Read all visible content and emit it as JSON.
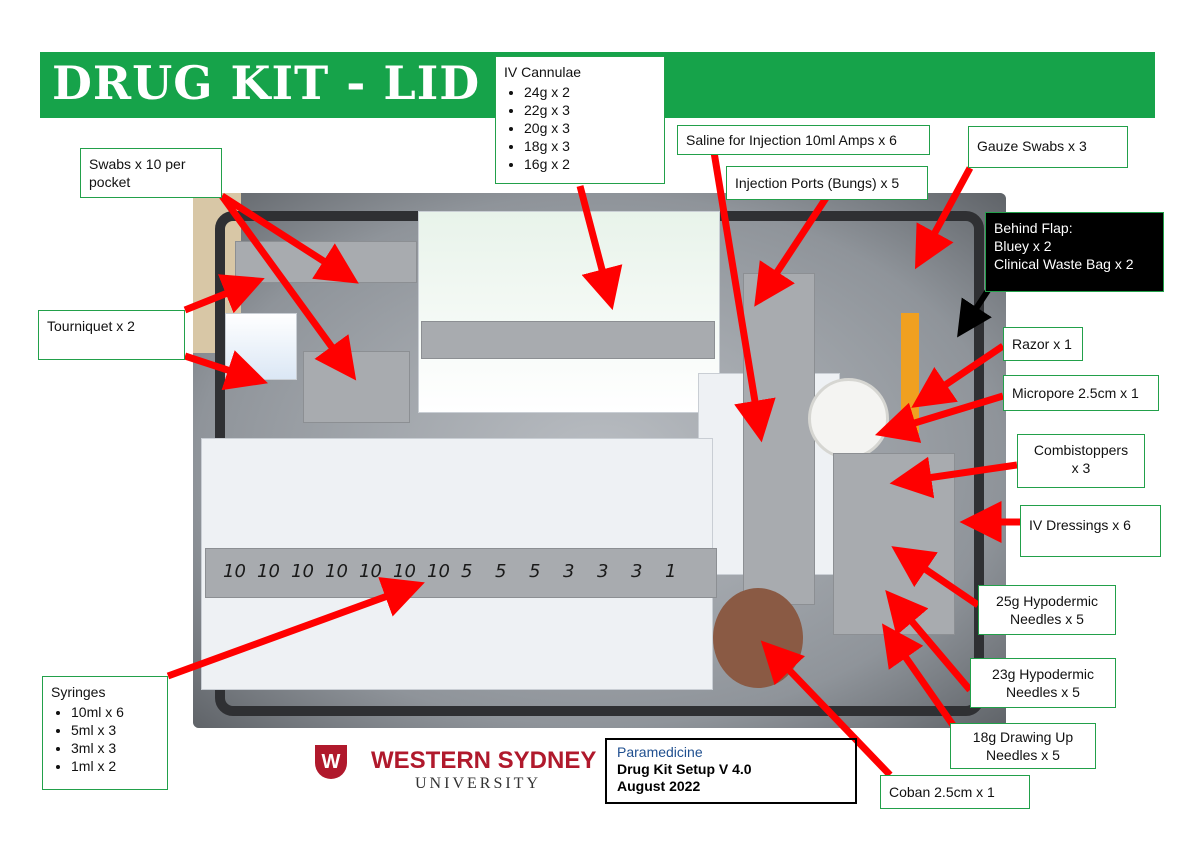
{
  "header": {
    "title": "DRUG KIT - LID"
  },
  "labels": {
    "iv_cannulae": {
      "title": "IV Cannulae",
      "items": [
        "24g x 2",
        "22g x 3",
        "20g x 3",
        "18g x 3",
        "16g x 2"
      ]
    },
    "swabs": "Swabs x 10 per pocket",
    "tourniquet": "Tourniquet x 2",
    "saline": "Saline for Injection 10ml Amps x 6",
    "injection_ports": "Injection Ports (Bungs) x 5",
    "gauze": "Gauze Swabs x 3",
    "behind_flap": {
      "title": "Behind Flap:",
      "lines": [
        "Bluey x 2",
        "Clinical Waste Bag x 2"
      ]
    },
    "razor": "Razor x 1",
    "micropore": "Micropore 2.5cm x 1",
    "combistoppers": {
      "line1": "Combistoppers",
      "line2": "x 3"
    },
    "iv_dressings": "IV Dressings x 6",
    "needles_25g": {
      "line1": "25g Hypodermic",
      "line2": "Needles x 5"
    },
    "needles_23g": {
      "line1": "23g Hypodermic",
      "line2": "Needles x 5"
    },
    "needles_18g": {
      "line1": "18g Drawing Up",
      "line2": "Needles x 5"
    },
    "coban": "Coban 2.5cm x 1",
    "syringes": {
      "title": "Syringes",
      "items": [
        "10ml x 6",
        "5ml x 3",
        "3ml x 3",
        "1ml x 2"
      ]
    }
  },
  "photo_labels": [
    "10",
    "10",
    "10",
    "10",
    "10",
    "10",
    "10",
    "5",
    "5",
    "5",
    "3",
    "3",
    "3",
    "1"
  ],
  "footer": {
    "logo_mark": "W",
    "logo_main": "WESTERN SYDNEY",
    "logo_sub": "UNIVERSITY",
    "info_line1": "Paramedicine",
    "info_line2": "Drug Kit Setup V 4.0",
    "info_line3": "August 2022"
  },
  "colors": {
    "banner": "#16a34a",
    "label_border": "#22a04a",
    "arrow": "#ff0000",
    "logo": "#b0192c"
  }
}
